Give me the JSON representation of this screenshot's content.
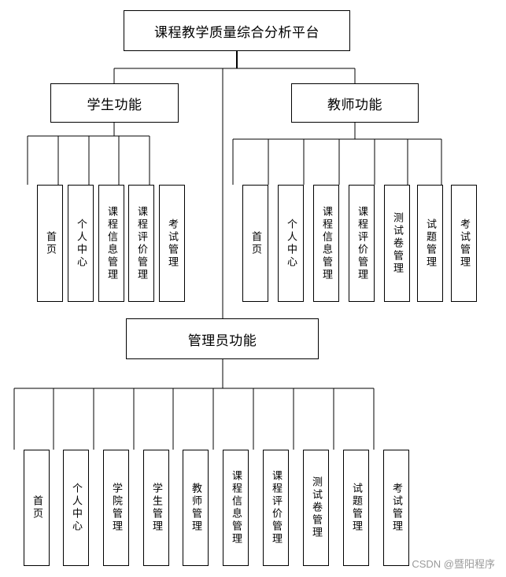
{
  "root": {
    "label": "课程教学质量综合分析平台"
  },
  "student": {
    "label": "学生功能",
    "items": [
      "首页",
      "个人中心",
      "课程信息管理",
      "课程评价管理",
      "考试管理"
    ]
  },
  "teacher": {
    "label": "教师功能",
    "items": [
      "首页",
      "个人中心",
      "课程信息管理",
      "课程评价管理",
      "测试卷管理",
      "试题管理",
      "考试管理"
    ]
  },
  "admin": {
    "label": "管理员功能",
    "items": [
      "首页",
      "个人中心",
      "学院管理",
      "学生管理",
      "教师管理",
      "课程信息管理",
      "课程评价管理",
      "测试卷管理",
      "试题管理",
      "考试管理"
    ]
  },
  "watermark": "CSDN @暨阳程序",
  "colors": {
    "line": "#000000",
    "box_border": "#000000",
    "watermark": "#9a9a9a"
  }
}
